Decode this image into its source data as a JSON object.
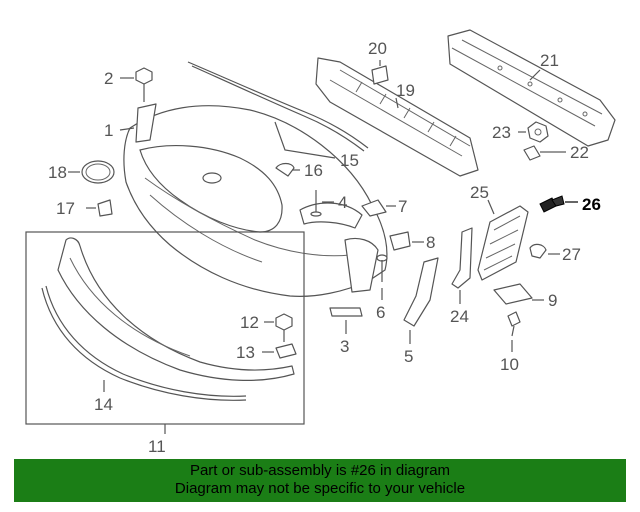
{
  "callouts": {
    "c1": "1",
    "c2": "2",
    "c3": "3",
    "c4": "4",
    "c5": "5",
    "c6": "6",
    "c7": "7",
    "c8": "8",
    "c9": "9",
    "c10": "10",
    "c11": "11",
    "c12": "12",
    "c13": "13",
    "c14": "14",
    "c15": "15",
    "c16": "16",
    "c17": "17",
    "c18": "18",
    "c19": "19",
    "c20": "20",
    "c21": "21",
    "c22": "22",
    "c23": "23",
    "c24": "24",
    "c25": "25",
    "c26": "26",
    "c27": "27"
  },
  "highlight_part": "26",
  "colors": {
    "banner": "#1b7e16",
    "linework": "#555555",
    "highlight": "#000000"
  },
  "banner": {
    "line1": "Part or sub-assembly is #26 in diagram",
    "line2": "Diagram may not be specific to your vehicle"
  }
}
